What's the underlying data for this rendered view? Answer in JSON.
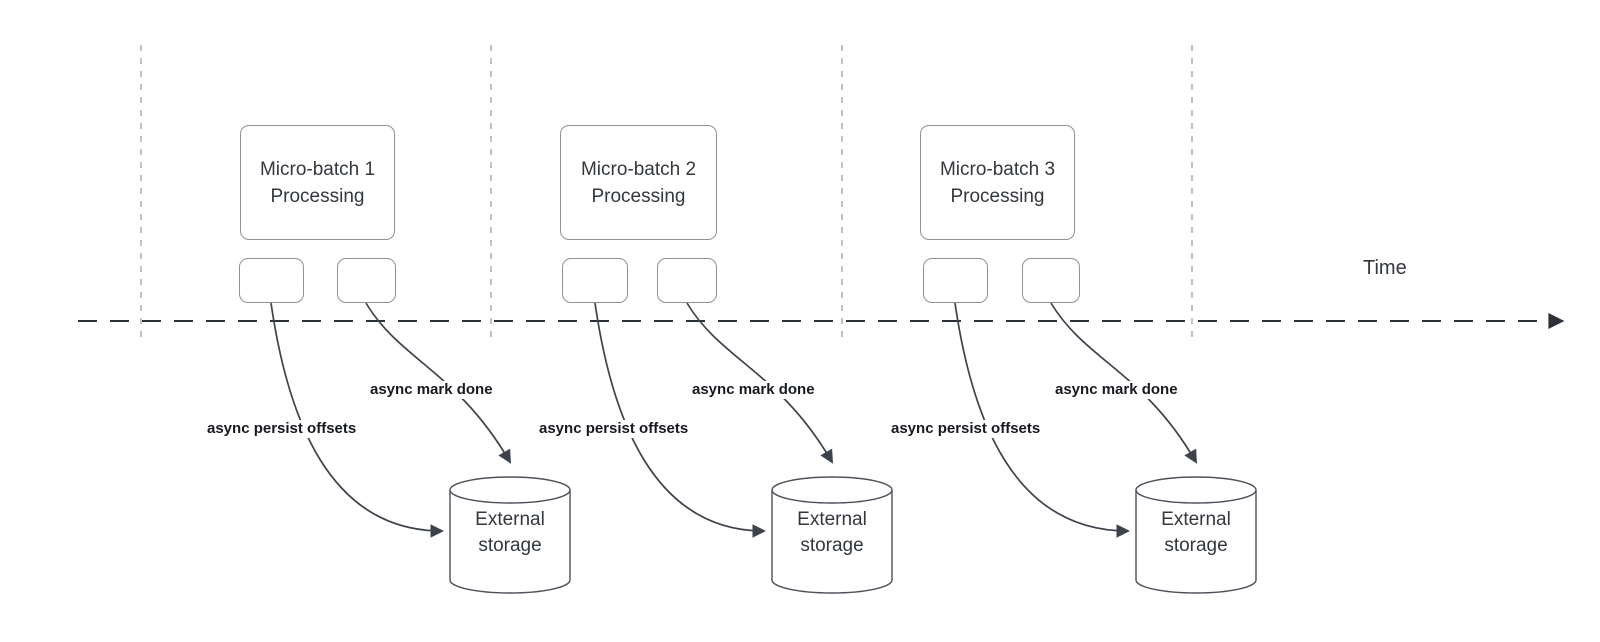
{
  "diagram": {
    "time_axis_label": "Time",
    "groups": [
      {
        "box_label": "Micro-batch 1\nProcessing",
        "persist_label": "async persist offsets",
        "mark_label": "async mark done",
        "storage_label": "External\nstorage"
      },
      {
        "box_label": "Micro-batch 2\nProcessing",
        "persist_label": "async persist offsets",
        "mark_label": "async mark done",
        "storage_label": "External\nstorage"
      },
      {
        "box_label": "Micro-batch 3\nProcessing",
        "persist_label": "async persist offsets",
        "mark_label": "async mark done",
        "storage_label": "External\nstorage"
      }
    ],
    "colors": {
      "background": "#ffffff",
      "connector_line": "#3d434d",
      "timeline_line": "#2c3037",
      "boundary_line": "#b0b2b5",
      "box_border": "#8f9193",
      "box_text": "#33373e",
      "async_label_text": "#16191f"
    }
  }
}
